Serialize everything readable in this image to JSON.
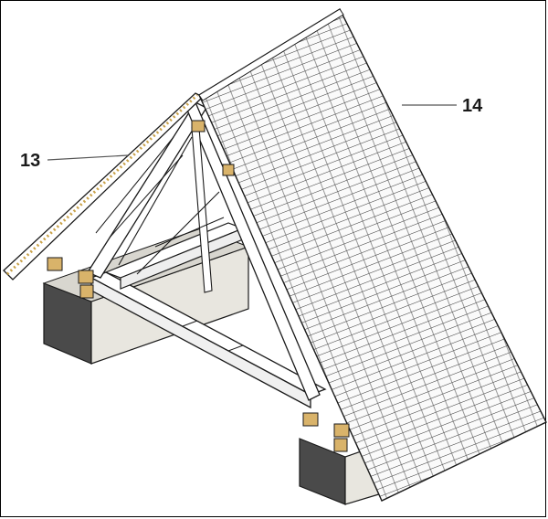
{
  "callouts": [
    {
      "id": "13",
      "label": "13"
    },
    {
      "id": "14",
      "label": "14"
    }
  ],
  "colors": {
    "outline": "#1a1a1a",
    "timber": "#ffffff",
    "tile_fill": "#f7f7f7",
    "wall_plate": "#d9b36a",
    "masonry_dark": "#4a4a4a",
    "masonry_light": "#e8e6df",
    "ridge_dots": "#c9a24a"
  }
}
